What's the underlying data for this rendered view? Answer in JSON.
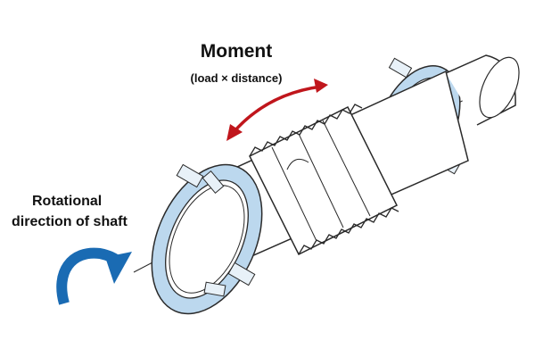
{
  "labels": {
    "moment_title": "Moment",
    "moment_subtitle": "(load × distance)",
    "rotation_line1": "Rotational",
    "rotation_line2": "direction of shaft"
  },
  "icons": {
    "moment_arrow": "curved-double-arrow-icon",
    "rotation_arrow": "curved-rotation-arrow-icon"
  },
  "colors": {
    "moment_arrow": "#c0161c",
    "rotation_arrow": "#1a6bb3",
    "bearing_fill": "#bcd8ee",
    "outline": "#2a2a2a"
  }
}
